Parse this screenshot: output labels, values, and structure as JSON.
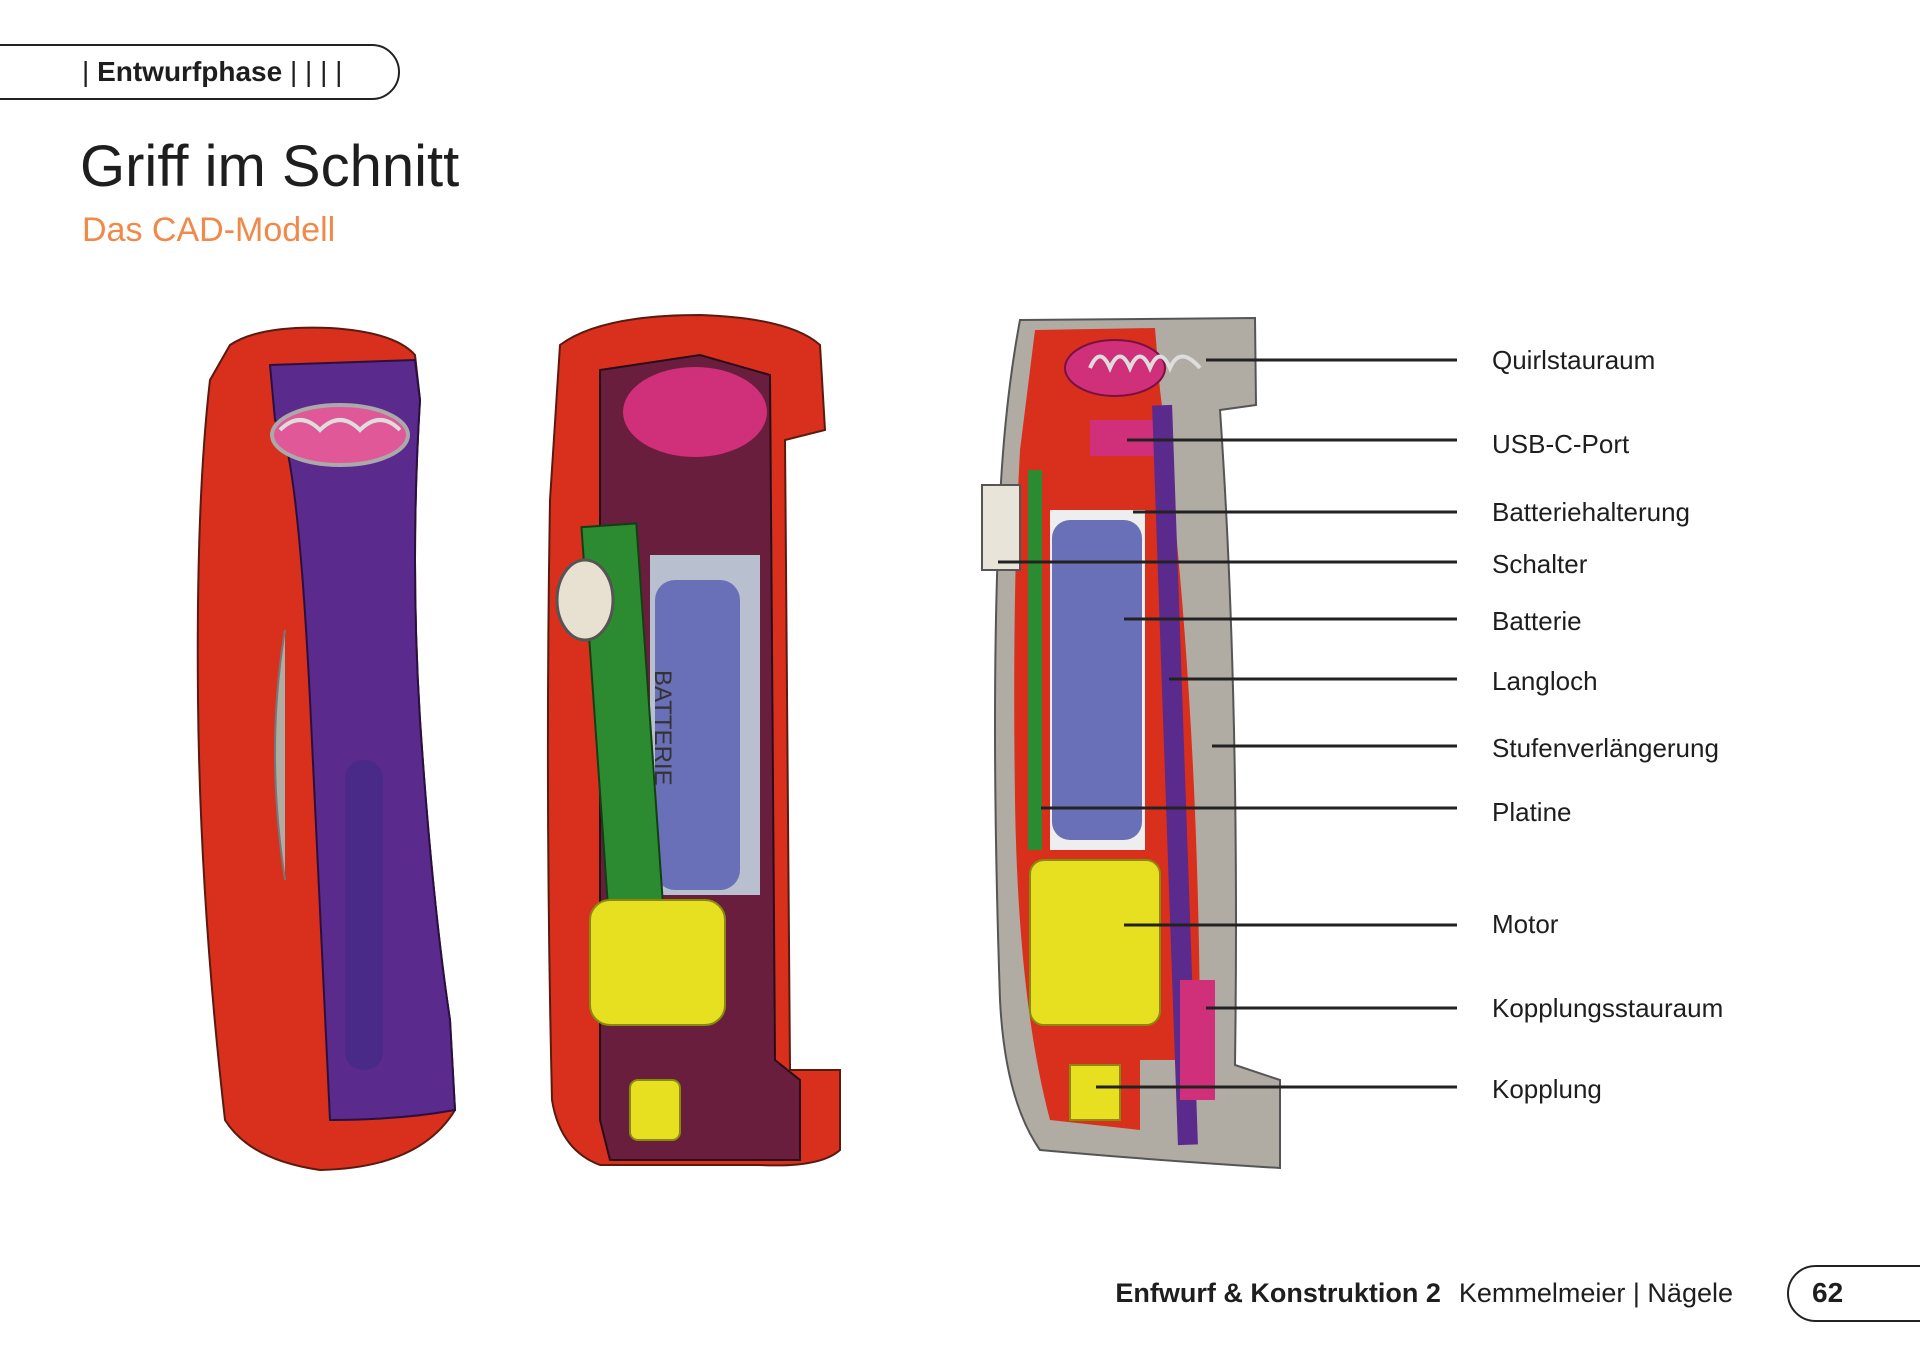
{
  "header": {
    "phase_prefix": "| ",
    "phase": "Entwurfphase",
    "phase_suffix": " | | | |",
    "title": "Griff im Schnitt",
    "subtitle": "Das CAD-Modell"
  },
  "figure": {
    "colors": {
      "housing": "#d8301c",
      "cover": "#5a2a8c",
      "battery": "#6a70b8",
      "motor": "#e6e020",
      "pcb": "#2c8a30",
      "gray": "#b0aca4",
      "magenta": "#d0307a"
    },
    "callouts": [
      {
        "label": "Quirlstauraum"
      },
      {
        "label": "USB-C-Port"
      },
      {
        "label": "Batteriehalterung"
      },
      {
        "label": "Schalter"
      },
      {
        "label": "Batterie"
      },
      {
        "label": "Langloch"
      },
      {
        "label": "Stufenverlängerung"
      },
      {
        "label": "Platine"
      },
      {
        "label": "Motor"
      },
      {
        "label": "Kopplungsstauraum"
      },
      {
        "label": "Kopplung"
      }
    ],
    "battery_text": "BATTERIE"
  },
  "footer": {
    "course": "Enfwurf & Konstruktion 2",
    "authors": "Kemmelmeier | Nägele",
    "page": "62"
  }
}
